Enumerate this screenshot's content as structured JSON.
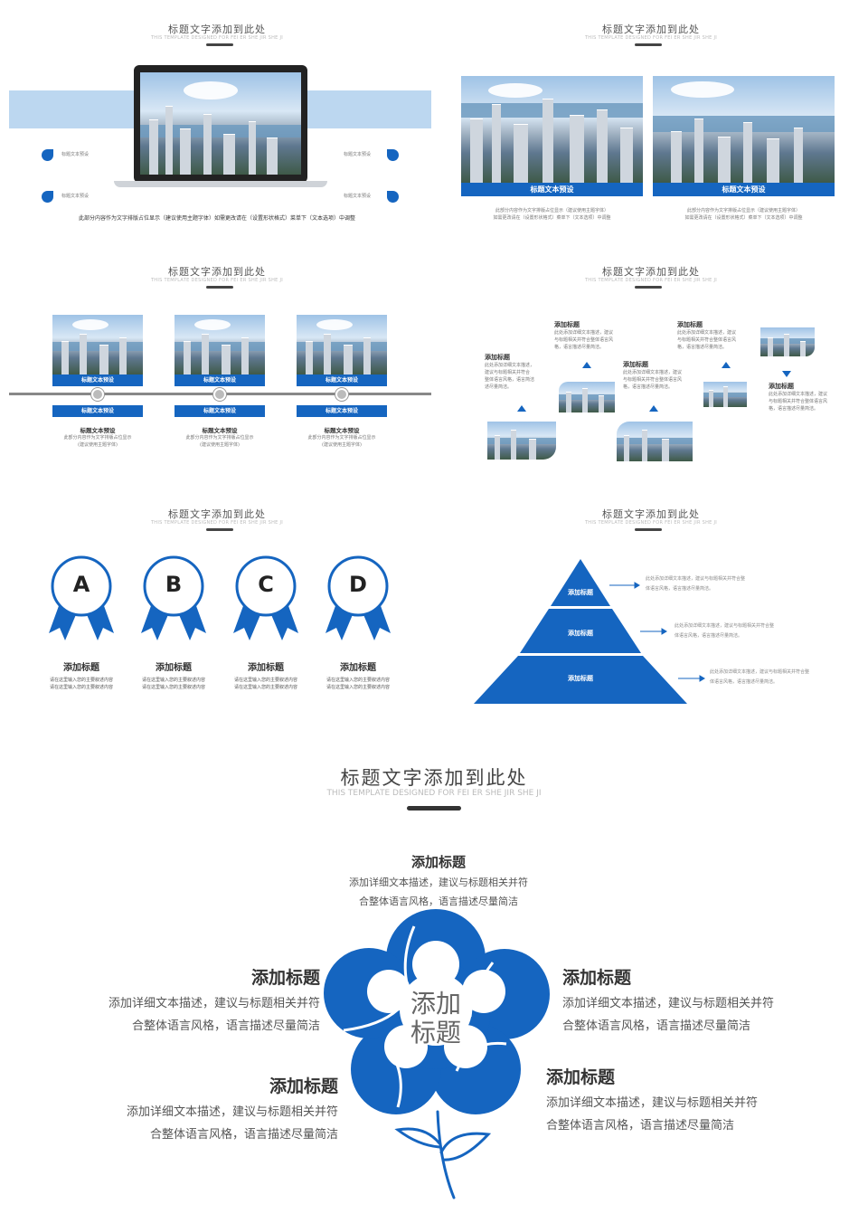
{
  "slides": {
    "common": {
      "title": "标题文字添加到此处",
      "subtitle": "THIS TEMPLATE DESIGNED FOR FEI ER SHE JIR SHE JI"
    },
    "s1": {
      "items": [
        "标题文本预设",
        "标题文本预设",
        "标题文本预设",
        "标题文本预设"
      ],
      "desc": "此部分内容作为文字排版占位显示（建议使用主题字体）如需更改请在（设置形状格式）菜单下（文本选项）中调整"
    },
    "s2": {
      "cards": [
        {
          "label": "标题文本预设",
          "line1": "此部分内容作为文字排版占位显示（建议使用主题字体）",
          "line2": "如需更改请在（设置形状格式）菜单下（文本选项）中调整"
        },
        {
          "label": "标题文本预设",
          "line1": "此部分内容作为文字排版占位显示（建议使用主题字体）",
          "line2": "如需更改请在（设置形状格式）菜单下（文本选项）中调整"
        }
      ]
    },
    "s3": {
      "cols": [
        {
          "top": "标题文本预设",
          "mid": "标题文本预设",
          "head": "标题文本预设",
          "l1": "此部分内容作为文字排版占位显示",
          "l2": "(建议使用主题字体)"
        },
        {
          "top": "标题文本预设",
          "mid": "标题文本预设",
          "head": "标题文本预设",
          "l1": "此部分内容作为文字排版占位显示",
          "l2": "(建议使用主题字体)"
        },
        {
          "top": "标题文本预设",
          "mid": "标题文本预设",
          "head": "标题文本预设",
          "l1": "此部分内容作为文字排版占位显示",
          "l2": "(建议使用主题字体)"
        }
      ]
    },
    "s4": {
      "blocks": [
        {
          "head": "添加标题",
          "l1": "此处添加详细文本描述，",
          "l2": "建议与标题相关并符合",
          "l3": "整体语言风格，语言简洁",
          "l4": "述尽量简洁。"
        },
        {
          "head": "添加标题",
          "l1": "此处添加详细文本描述，建议",
          "l2": "与标题相关并符合整体语言风",
          "l3": "格，语言描述尽量简洁。",
          "l4": ""
        },
        {
          "head": "添加标题",
          "l1": "此处添加详细文本描述，建议",
          "l2": "与标题相关并符合整体语言风",
          "l3": "格，语言描述尽量简洁。",
          "l4": ""
        },
        {
          "head": "添加标题",
          "l1": "此处添加详细文本描述，建议",
          "l2": "与标题相关并符合整体语言风",
          "l3": "格，语言描述尽量简洁。",
          "l4": ""
        },
        {
          "head": "添加标题",
          "l1": "此处添加详细文本描述，建议",
          "l2": "与标题相关并符合整体语言风",
          "l3": "格，语言描述尽量简洁。",
          "l4": ""
        }
      ]
    },
    "s5": {
      "badges": [
        {
          "letter": "A",
          "head": "添加标题",
          "l1": "请在这里输入您的主要叙述内容",
          "l2": "请在这里输入您的主要叙述内容"
        },
        {
          "letter": "B",
          "head": "添加标题",
          "l1": "请在这里输入您的主要叙述内容",
          "l2": "请在这里输入您的主要叙述内容"
        },
        {
          "letter": "C",
          "head": "添加标题",
          "l1": "请在这里输入您的主要叙述内容",
          "l2": "请在这里输入您的主要叙述内容"
        },
        {
          "letter": "D",
          "head": "添加标题",
          "l1": "请在这里输入您的主要叙述内容",
          "l2": "请在这里输入您的主要叙述内容"
        }
      ]
    },
    "s6": {
      "levels": [
        {
          "label": "添加标题",
          "l1": "此处添加详细文本描述，建议与标题相关并符合整",
          "l2": "体语言风格，语言描述尽量简洁。"
        },
        {
          "label": "添加标题",
          "l1": "此处添加详细文本描述，建议与标题相关并符合整",
          "l2": "体语言风格，语言描述尽量简洁。"
        },
        {
          "label": "添加标题",
          "l1": "此处添加详细文本描述，建议与标题相关并符合整",
          "l2": "体语言风格，语言描述尽量简洁。"
        }
      ]
    },
    "s7": {
      "center": [
        "添加",
        "标题"
      ],
      "top": {
        "head": "添加标题",
        "l1": "添加详细文本描述，建议与标题相关并符",
        "l2": "合整体语言风格，语言描述尽量简洁"
      },
      "left1": {
        "head": "添加标题",
        "l1": "添加详细文本描述，建议与标题相关并符",
        "l2": "合整体语言风格，语言描述尽量简洁"
      },
      "right1": {
        "head": "添加标题",
        "l1": "添加详细文本描述，建议与标题相关并符",
        "l2": "合整体语言风格，语言描述尽量简洁"
      },
      "left2": {
        "head": "添加标题",
        "l1": "添加详细文本描述，建议与标题相关并符",
        "l2": "合整体语言风格，语言描述尽量简洁"
      },
      "right2": {
        "head": "添加标题",
        "l1": "添加详细文本描述，建议与标题相关并符",
        "l2": "合整体语言风格，语言描述尽量简洁"
      }
    }
  },
  "colors": {
    "accent": "#1565c0",
    "light": "#bcd7f0",
    "text": "#333333"
  }
}
